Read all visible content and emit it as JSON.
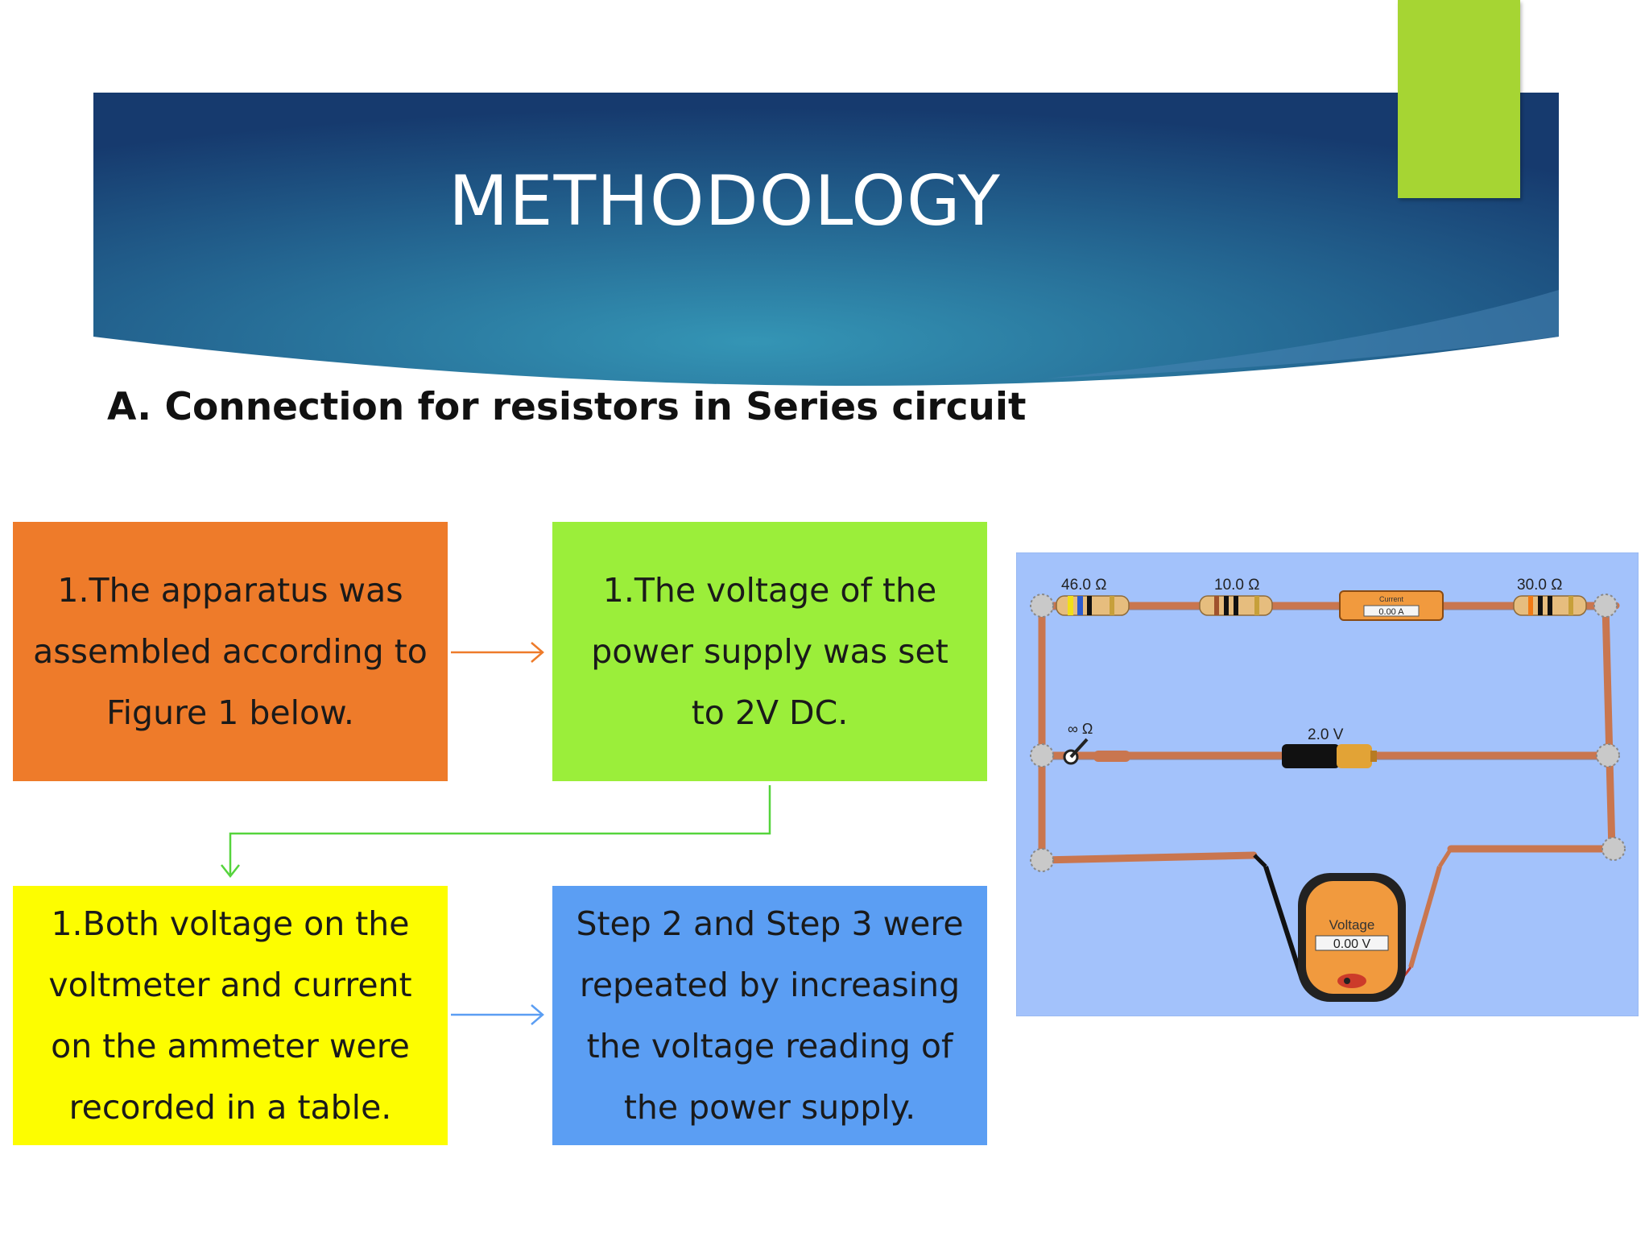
{
  "slide": {
    "title": "METHODOLOGY",
    "subtitle": "A. Connection for resistors in Series circuit"
  },
  "steps": [
    {
      "text": "1.The apparatus was assembled according to Figure 1 below.",
      "color": "#ee7b2a"
    },
    {
      "text": "1.The voltage of the power supply was set to 2V DC.",
      "color": "#9bee3a"
    },
    {
      "text": "1.Both voltage on the voltmeter and current on the ammeter were recorded in a table.",
      "color": "#fdfd00"
    },
    {
      "text": "Step 2 and Step 3 were repeated by increasing the voltage reading of the power supply.",
      "color": "#5b9ef3"
    }
  ],
  "circuit": {
    "resistors": [
      "46.0 Ω",
      "10.0 Ω",
      "30.0 Ω"
    ],
    "ammeter": {
      "label": "Current",
      "reading": "0.00 A"
    },
    "battery": "2.0 V",
    "switch_resistance": "∞ Ω",
    "voltmeter": {
      "label": "Voltage",
      "reading": "0.00 V"
    }
  },
  "colors": {
    "banner_dark": "#1a3f72",
    "banner_light": "#2f86ad",
    "accent": "#a6d533",
    "wire": "#c9764f",
    "figure_bg": "#a3c2fb"
  }
}
